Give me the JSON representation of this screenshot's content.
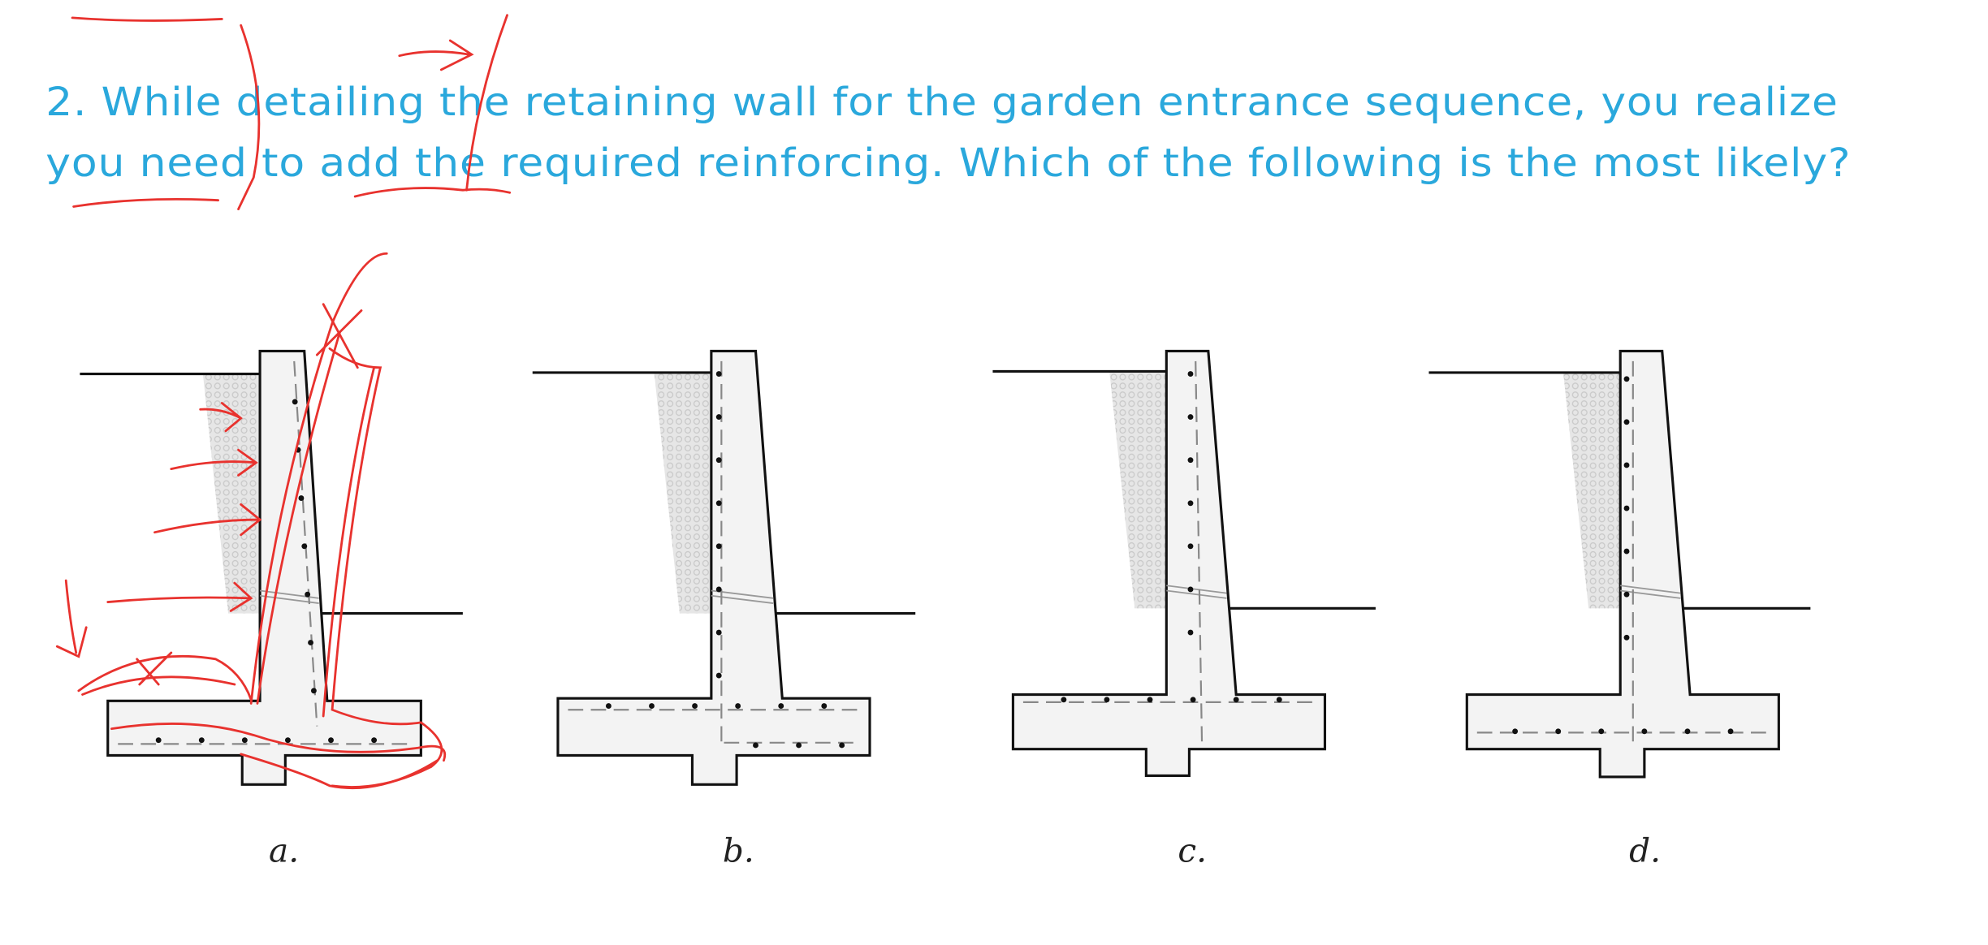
{
  "question": {
    "line1": "2. While detailing the retaining wall for the garden entrance sequence, you realize",
    "line2": "you need to add the required reinforcing. Which of the following is the most likely?"
  },
  "options": [
    {
      "label": "a."
    },
    {
      "label": "b."
    },
    {
      "label": "c."
    },
    {
      "label": "d."
    }
  ],
  "colors": {
    "question_text": "#2aa8dc",
    "annotation_ink": "#e8322e"
  }
}
